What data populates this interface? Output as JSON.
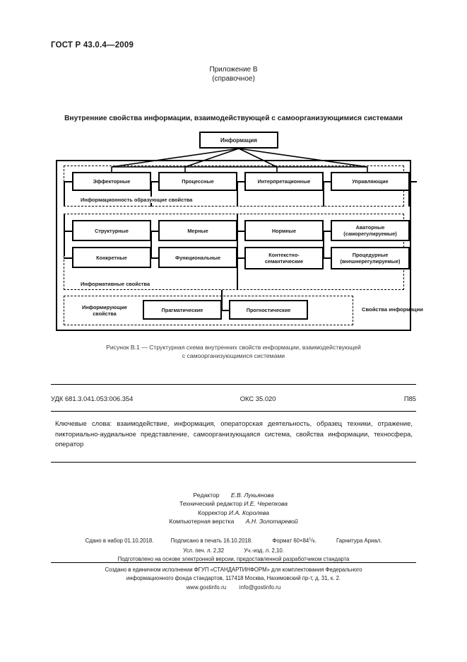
{
  "header": {
    "standard_number": "ГОСТ Р 43.0.4—2009"
  },
  "appendix": {
    "line1": "Приложение В",
    "line2": "(справочное)"
  },
  "diagram": {
    "title": "Внутренние свойства информации, взаимодействующей с самоорганизующимися системами",
    "root": "Информация",
    "row1": [
      "Эффекторные",
      "Процессные",
      "Интерпретационные",
      "Управляющие"
    ],
    "band_label_1": "Информационность образующие свойства",
    "row2": [
      "Структурные",
      "Мерные",
      "Нормные",
      "Аваторные\n(саморегулируемые)"
    ],
    "row2_4_line1": "Аваторные",
    "row2_4_line2": "(саморегулируемые)",
    "row3": [
      "Конкретные",
      "Функциональные",
      "Контекстно-\nсемантические",
      "Процедурные\n(внешнерегулируемые)"
    ],
    "row3_3_line1": "Контекстно-",
    "row3_3_line2": "семантические",
    "row3_4_line1": "Процедурные",
    "row3_4_line2": "(внешнерегулируемые)",
    "band_label_2": "Информативные свойства",
    "row4": {
      "left_label_line1": "Информирующие",
      "left_label_line2": "свойства",
      "box1": "Прагматические",
      "box2": "Прогностические"
    },
    "side_label": "Свойства информации"
  },
  "figure_caption": {
    "line1": "Рисунок В.1 — Структурная схема внутренних свойств информации, взаимодействующей",
    "line2": "с самоорганизующимися системами"
  },
  "classification": {
    "udc": "УДК 681.3.041.053:006.354",
    "oks": "ОКС 35.020",
    "code": "П85"
  },
  "keywords": {
    "text": "Ключевые слова: взаимодействие, информация, операторская деятельность, образец техники, отражение, пикториально-аудиальное представление, самоорганизующаяся система, свойства информации, техносфера, оператор"
  },
  "credits": {
    "editor_label": "Редактор",
    "editor_name": "Е.В. Лукьянова",
    "tech_editor_label": "Технический редактор",
    "tech_editor_name": "И.Е. Черепкова",
    "corrector_label": "Корректор",
    "corrector_name": "И.А. Королева",
    "layout_label": "Компьютерная верстка",
    "layout_name": "А.Н. Золотаревой"
  },
  "print_info": {
    "submitted": "Сдано в набор 01.10.2018.",
    "signed": "Подписано в печать 16.10.2018.",
    "format_label": "Формат 60×84",
    "format_num": "1",
    "format_den": "8",
    "format_tail": ".",
    "typeface": "Гарнитура Ариал.",
    "print_sheets": "Усл. печ. л. 2,32",
    "pub_sheets": "Уч.-изд. л. 2,10.",
    "note": "Подготовлено на основе электронной версии, предоставленной разработчиком стандарта"
  },
  "publisher": {
    "line1": "Создано в единичном исполнении ФГУП «СТАНДАРТИНФОРМ» для комплектования Федерального",
    "line2": "информационного фонда стандартов, 117418 Москва, Нахимовский пр-т, д. 31, к. 2.",
    "site": "www.gostinfo.ru",
    "email": "info@gostinfo.ru"
  }
}
